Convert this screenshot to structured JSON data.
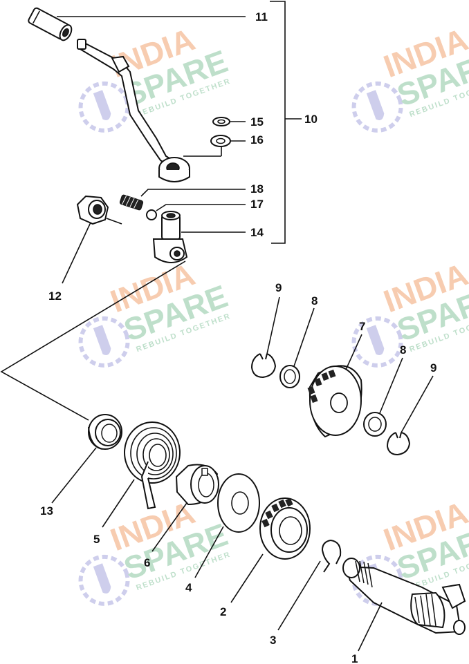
{
  "watermark": {
    "line1": "INDIA",
    "line2": "SPARE",
    "tagline": "REBUILD TOGETHER",
    "colors": {
      "orange": "#f6c7a8",
      "green": "#b7dcc5",
      "blue": "#c9c9ea"
    }
  },
  "labels": {
    "p1": "1",
    "p2": "2",
    "p3": "3",
    "p4": "4",
    "p5": "5",
    "p6": "6",
    "p7": "7",
    "p8a": "8",
    "p8b": "8",
    "p9a": "9",
    "p9b": "9",
    "p10": "10",
    "p11": "11",
    "p12": "12",
    "p13": "13",
    "p14": "14",
    "p15": "15",
    "p16": "16",
    "p17": "17",
    "p18": "18"
  }
}
